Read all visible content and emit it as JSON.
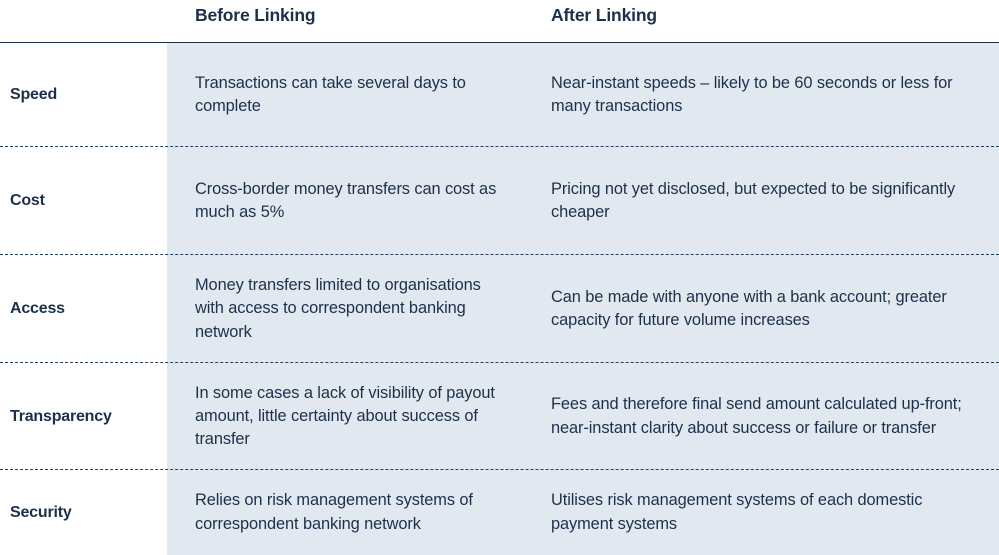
{
  "table": {
    "columns": [
      {
        "key": "criterion",
        "label": ""
      },
      {
        "key": "before",
        "label": "Before Linking"
      },
      {
        "key": "after",
        "label": "After Linking"
      }
    ],
    "rows": [
      {
        "criterion": "Speed",
        "before": "Transactions can take several days to complete",
        "after": "Near-instant speeds – likely to be 60 seconds or less for many transactions"
      },
      {
        "criterion": "Cost",
        "before": "Cross-border money transfers can cost as much as 5%",
        "after": "Pricing not yet disclosed, but expected to be significantly cheaper"
      },
      {
        "criterion": "Access",
        "before": "Money transfers limited to organisations with access to correspondent banking network",
        "after": "Can be made with anyone with a bank account; greater capacity for future volume increases"
      },
      {
        "criterion": "Transparency",
        "before": "In some cases a lack of visibility of payout amount, little certainty about success of transfer",
        "after": "Fees and therefore final send amount calculated up-front; near-instant clarity about success or failure or transfer"
      },
      {
        "criterion": "Security",
        "before": "Relies on risk management systems of correspondent banking network",
        "after": "Utilises risk management systems of each domestic payment systems"
      }
    ]
  },
  "colors": {
    "text": "#1d3049",
    "shade": "#e1e8f0",
    "background": "#ffffff",
    "rule": "#26405c"
  }
}
